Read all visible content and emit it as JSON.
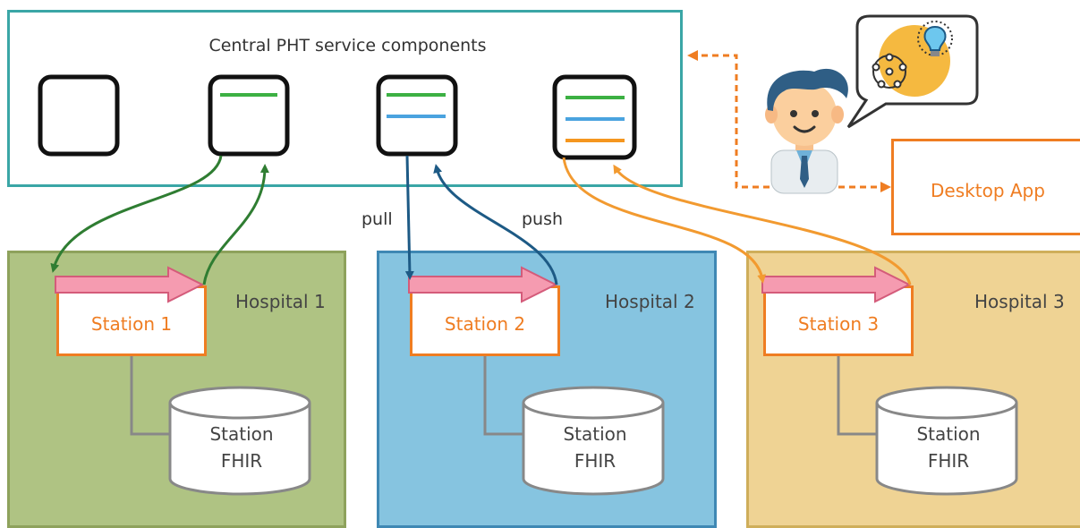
{
  "central": {
    "title": "Central PHT service components"
  },
  "flow": {
    "pull": "pull",
    "push": "push"
  },
  "hospitals": [
    {
      "label": "Hospital 1",
      "station": "Station 1",
      "db_line1": "Station",
      "db_line2": "FHIR",
      "color": "#afc383"
    },
    {
      "label": "Hospital 2",
      "station": "Station 2",
      "db_line1": "Station",
      "db_line2": "FHIR",
      "color": "#86c4e0"
    },
    {
      "label": "Hospital 3",
      "station": "Station 3",
      "db_line1": "Station",
      "db_line2": "FHIR",
      "color": "#efd394"
    }
  ],
  "desktop_app": {
    "label": "Desktop App"
  },
  "colors": {
    "teal": "#3aa6a6",
    "orange": "#ef7d22",
    "green_arrow": "#2f7d32",
    "blue_arrow": "#1d5a85",
    "orange_arrow": "#f29a30",
    "pink_arrow": "#f59bb0",
    "line_green": "#3cb043",
    "line_blue": "#4aa3df",
    "line_orange": "#f5961f"
  }
}
